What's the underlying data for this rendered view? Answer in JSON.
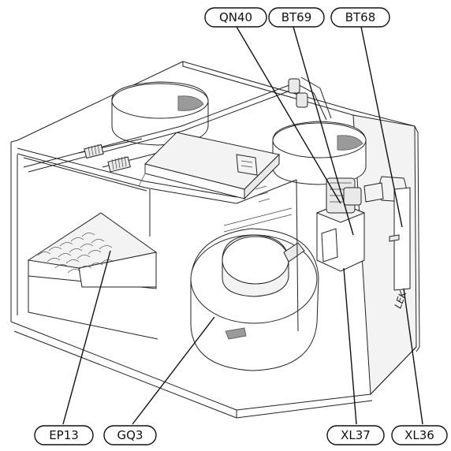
{
  "labels": {
    "qn40": "QN40",
    "bt69": "BT69",
    "bt68": "BT68",
    "ep13": "EP13",
    "gq3": "GQ3",
    "xl37": "XL37",
    "xl36": "XL36"
  },
  "markings": {
    "side_mark": "LEK"
  }
}
